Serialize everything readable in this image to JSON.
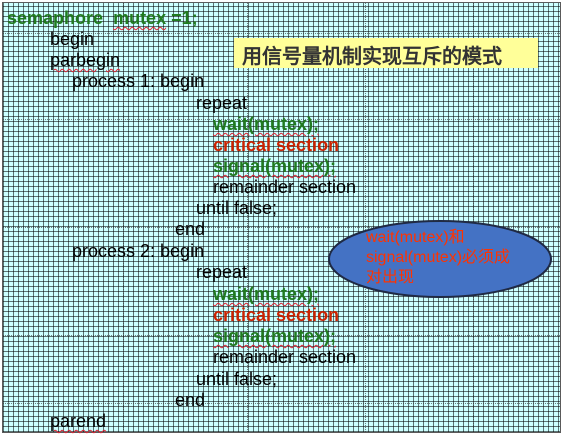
{
  "title": "用信号量机制实现互斥的模式",
  "code": {
    "decl_kw": "semaphore",
    "decl_var": "mutex",
    "decl_val": " =1;",
    "begin": "begin",
    "parbegin": "parbegin",
    "p1_header": "process 1: begin",
    "p2_header": "process 2: begin",
    "repeat": "repeat",
    "wait": "wait(mutex);",
    "critical": "critical section",
    "signal": "signal(mutex);",
    "remainder": "remainder section",
    "until": "until false;",
    "end": "end",
    "parend": "parend"
  },
  "callout": {
    "text": "wait(mutex)和signal(mutex)必须成对出现",
    "fill": "#4472c4",
    "border": "#1f2a44"
  },
  "colors": {
    "background": "#ccffff",
    "title_box": "#ffff99",
    "keyword_green": "#1f7a1f",
    "critical_red": "#cc2200",
    "callout_text": "#ff3300"
  }
}
